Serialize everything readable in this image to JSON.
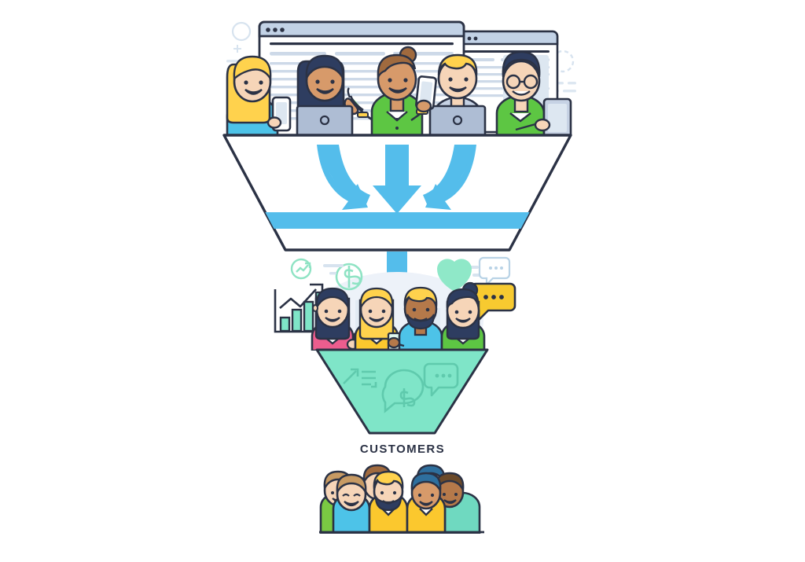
{
  "illustration": {
    "title": "Sales and marketing conversion funnel",
    "label_customers": "CUSTOMERS"
  },
  "colors": {
    "outline": "#2b3245",
    "blue": "#54bdeb",
    "blue_light": "#7fd1f0",
    "mint": "#7fe5c8",
    "mint_light": "#a7ecd9",
    "green_shirt": "#5dc643",
    "green_shirt_dark": "#48b62f",
    "cyan_shirt": "#4dc3e8",
    "yellow": "#fbc82e",
    "yellow_bubble": "#f7ca30",
    "pink_shirt": "#ec5d8e",
    "hair_blonde": "#ffd24d",
    "hair_navy": "#2e3d60",
    "hair_brown": "#a06a3e",
    "skin_light": "#f6d5b8",
    "skin_mid": "#d79a6a",
    "skin_dark": "#b5794a",
    "laptop": "#aebdd4",
    "laptop_light": "#c6d2e4",
    "browser_bar": "#c2d2e6",
    "browser_line": "#cdd9e8",
    "bg_soft": "#edf2f9",
    "icon_faint": "#d8e6ef",
    "white": "#ffffff"
  },
  "funnels": {
    "top": {
      "name": "awareness-funnel",
      "fill": "#ffffff",
      "band_color": "#54bdeb",
      "arrow_count": 3
    },
    "bottom": {
      "name": "customers-funnel",
      "fill": "#7fe5c8"
    }
  },
  "top_row_people": [
    {
      "id": "person-blonde-phone",
      "hair": "#ffd24d",
      "shirt": "#4dc3e8",
      "skin": "#f6d5b8",
      "device": "phone"
    },
    {
      "id": "person-navyhair-laptop",
      "hair": "#2e3d60",
      "shirt": "#2e3d60",
      "skin": "#d79a6a",
      "device": "laptop"
    },
    {
      "id": "person-bun-green-pointing",
      "hair": "#a06a3e",
      "shirt": "#5dc643",
      "skin": "#d79a6a",
      "device": "phone"
    },
    {
      "id": "person-blond-laptop",
      "hair": "#ffd24d",
      "shirt": "#aebdd4",
      "skin": "#f6d5b8",
      "device": "laptop"
    },
    {
      "id": "person-glasses-tablet",
      "hair": "#2e3d60",
      "shirt": "#5dc643",
      "skin": "#f6d5b8",
      "device": "tablet"
    }
  ],
  "mid_row_people": [
    {
      "id": "customer-pink",
      "hair": "#2e3d60",
      "shirt": "#ec5d8e",
      "skin": "#f6d5b8"
    },
    {
      "id": "customer-yellow",
      "hair": "#ffd24d",
      "shirt": "#fbc82e",
      "skin": "#f6d5b8"
    },
    {
      "id": "customer-beard-blue",
      "hair": "#ffd24d",
      "shirt": "#4dc3e8",
      "skin": "#b5794a"
    },
    {
      "id": "customer-green",
      "hair": "#2e3d60",
      "shirt": "#5dc643",
      "skin": "#f6d5b8"
    }
  ],
  "crowd_people": [
    {
      "id": "crowd-1",
      "shirt": "#7ac943",
      "skin": "#f6d5b8",
      "hair": "#c79a63"
    },
    {
      "id": "crowd-2",
      "shirt": "#4dc3e8",
      "skin": "#f6d5b8",
      "hair": "#c79a63"
    },
    {
      "id": "crowd-3",
      "shirt": "#fbc82e",
      "skin": "#f6d5b8",
      "hair": "#a06a3e"
    },
    {
      "id": "crowd-4",
      "shirt": "#fbc82e",
      "skin": "#f6d5b8",
      "hair": "#ffd24d"
    },
    {
      "id": "crowd-5",
      "shirt": "#fbc82e",
      "skin": "#d79a6a",
      "hair": "#2e6f9e"
    },
    {
      "id": "crowd-6",
      "shirt": "#6fd9c0",
      "skin": "#b5794a",
      "hair": "#6b4a2a"
    }
  ],
  "decor_icons": [
    {
      "id": "bar-chart-icon",
      "label": "growth bar chart"
    },
    {
      "id": "growth-arrow-circle-icon",
      "label": "trending up"
    },
    {
      "id": "dollar-circle-icon",
      "label": "money"
    },
    {
      "id": "heart-icon",
      "label": "like"
    },
    {
      "id": "chat-bubble-outline-icon",
      "label": "comment"
    },
    {
      "id": "chat-bubble-yellow-icon",
      "label": "message"
    },
    {
      "id": "dollar-bubble-icon",
      "label": "sale"
    },
    {
      "id": "list-arrow-icon",
      "label": "conversion"
    }
  ],
  "browser_windows": [
    {
      "id": "browser-window-main",
      "dots": 3
    },
    {
      "id": "browser-window-secondary",
      "dots": 3
    }
  ]
}
